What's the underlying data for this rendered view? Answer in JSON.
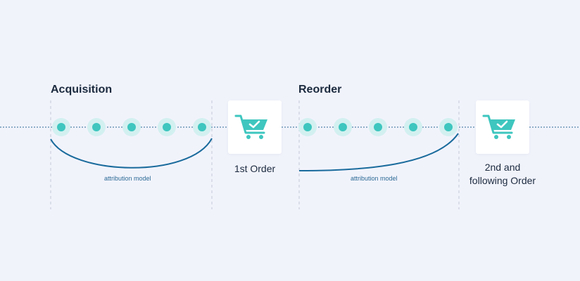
{
  "sections": [
    {
      "title": "Acquisition",
      "caption": "attribution model",
      "order_label": "1st Order"
    },
    {
      "title": "Reorder",
      "caption": "attribution model",
      "order_label_lines": [
        "2nd and",
        "following Order"
      ]
    }
  ],
  "colors": {
    "background": "#f1f3fb",
    "touchpoint": "#3ec6bf",
    "touchpoint_halo": "#d3f0f0",
    "curve": "#1a6b9c",
    "timeline": "#2c6a95",
    "divider": "#c3c8d6",
    "cart": "#3ec6bf"
  },
  "icons": [
    "cart-check-icon",
    "cart-check-icon"
  ]
}
